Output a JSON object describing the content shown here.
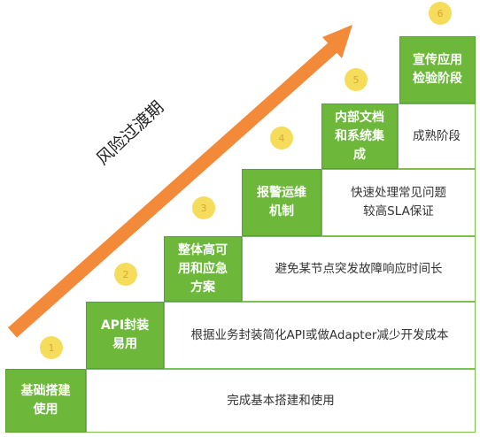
{
  "arrow": {
    "label": "风险过渡期",
    "color": "#f28a3a"
  },
  "steps": [
    {
      "number": "1",
      "stage": "基础搭建\n使用",
      "description": "完成基本搭建和使用"
    },
    {
      "number": "2",
      "stage": "API封装\n易用",
      "description": "根据业务封装简化API或做Adapter减少开发成本"
    },
    {
      "number": "3",
      "stage": "整体高可\n用和应急\n方案",
      "description": "避免某节点突发故障响应时间长"
    },
    {
      "number": "4",
      "stage": "报警运维\n机制",
      "description": "快速处理常见问题\n较高SLA保证"
    },
    {
      "number": "5",
      "stage": "内部文档\n和系统集\n成",
      "description": "成熟阶段"
    },
    {
      "number": "6",
      "stage": "宣传应用\n检验阶段",
      "description": ""
    }
  ],
  "colors": {
    "green": "#6db83a",
    "circle": "#f5dc5a",
    "circle_text": "#d9a638"
  }
}
